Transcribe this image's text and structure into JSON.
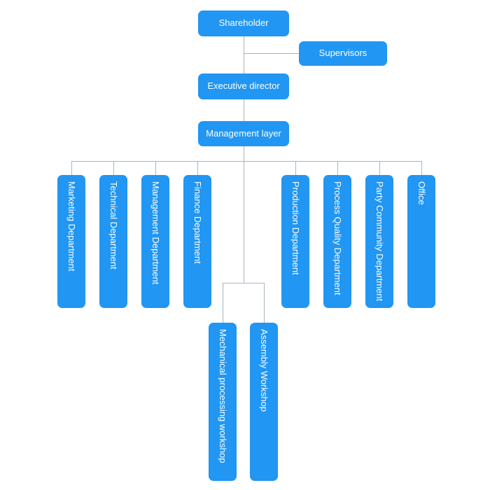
{
  "org": {
    "shareholder": {
      "label": "Shareholder"
    },
    "supervisors": {
      "label": "Supervisors"
    },
    "executive_director": {
      "label": "Executive director"
    },
    "management_layer": {
      "label": "Management layer"
    },
    "departments": [
      {
        "label": "Marketing Department"
      },
      {
        "label": "Technical Department"
      },
      {
        "label": "Management Department"
      },
      {
        "label": "Finance Department"
      },
      {
        "label": "Production Department"
      },
      {
        "label": "Process Quality Department"
      },
      {
        "label": "Party Community Department"
      },
      {
        "label": "Office"
      }
    ],
    "workshops": [
      {
        "label": "Mechanical processing workshop"
      },
      {
        "label": "Assembly Workshop"
      }
    ]
  },
  "colors": {
    "node_fill": "#2196f3",
    "node_text": "#ffffff",
    "connector": "#a9b5bf",
    "background": "#ffffff"
  }
}
